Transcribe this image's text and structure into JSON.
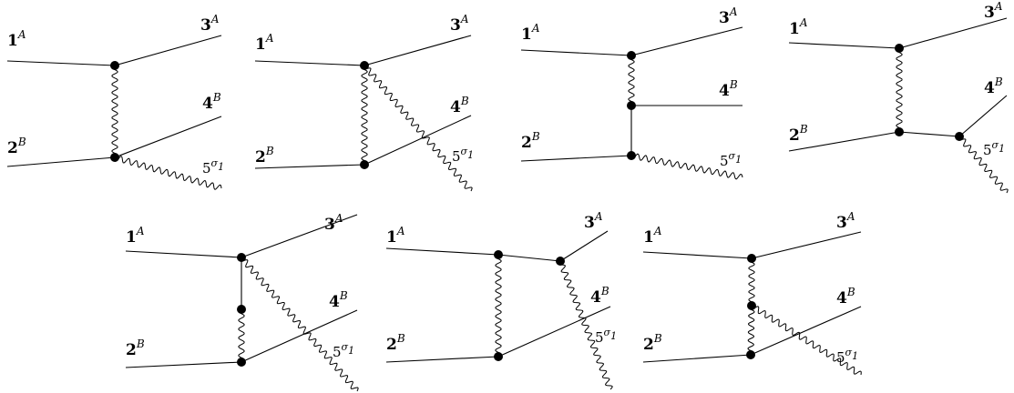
{
  "labels": {
    "p1": "1",
    "p1_sup": "A",
    "p2": "2",
    "p2_sup": "B",
    "p3": "3",
    "p3_sup": "A",
    "p4": "4",
    "p4_sup": "B",
    "p5": "5",
    "p5_sup": "σ",
    "p5_sub": "1"
  },
  "diagrams": [
    {
      "id": "d1"
    },
    {
      "id": "d2"
    },
    {
      "id": "d3"
    },
    {
      "id": "d4"
    },
    {
      "id": "d5"
    },
    {
      "id": "d6"
    },
    {
      "id": "d7"
    }
  ]
}
